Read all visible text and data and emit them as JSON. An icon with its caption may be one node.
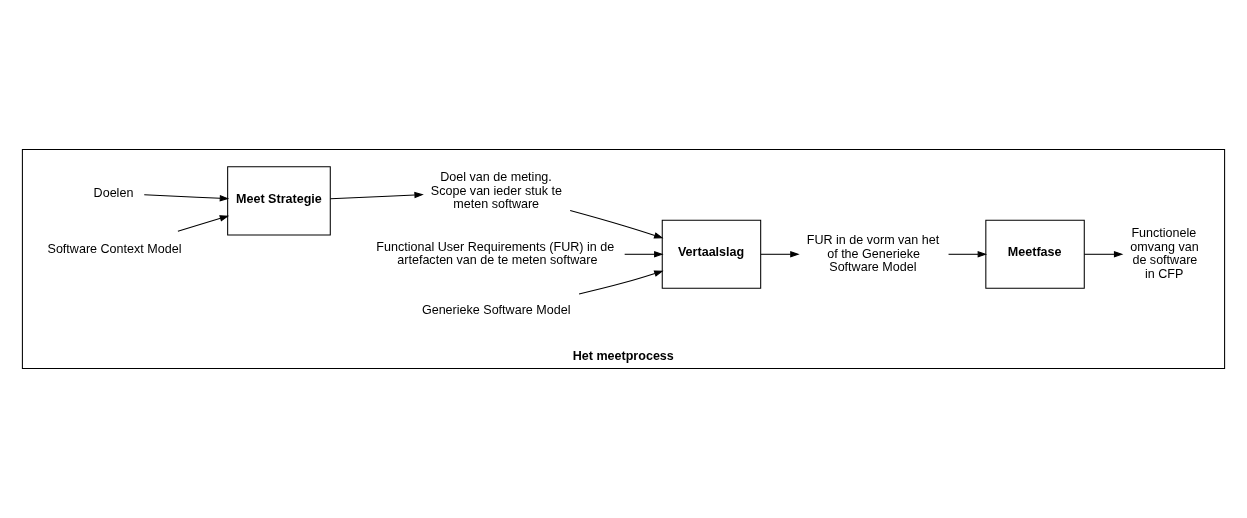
{
  "diagram": {
    "nodes": [
      {
        "text": [
          "Het meetprocess"
        ]
      },
      {
        "text": [
          "Doelen"
        ],
        "in": 0
      },
      {
        "text": [
          "Software Context Model"
        ],
        "in": 0
      },
      {
        "text": [
          "Meet Strategie"
        ],
        "in": 0
      },
      {
        "text": [
          "Doel van de meting. Scope van ieder stuk te meten software"
        ],
        "in": 0
      },
      {
        "text": [
          "Functional User Requirements (FUR) in de artefacten van de te meten software"
        ],
        "in": 0
      },
      {
        "text": [
          "Generieke Software Model"
        ],
        "in": 0
      },
      {
        "text": [
          "Vertaalslag"
        ],
        "in": 0
      },
      {
        "text": [
          "FUR in de vorm van het of the Generieke Software Model"
        ],
        "in": 0
      },
      {
        "text": [
          "Meetfase"
        ],
        "in": 0
      },
      {
        "text": [
          "Functionele omvang van de software in CFP"
        ],
        "in": 0
      }
    ],
    "edges": [
      {
        "from": 1,
        "to": 3,
        "arrow": "to"
      },
      {
        "from": 2,
        "to": 3,
        "arrow": "to"
      },
      {
        "from": 3,
        "to": 4,
        "arrow": "to"
      },
      {
        "from": 4,
        "to": 7,
        "arrow": "to"
      },
      {
        "from": 5,
        "to": 7,
        "arrow": "to"
      },
      {
        "from": 6,
        "to": 7,
        "arrow": "to"
      },
      {
        "from": 7,
        "to": 8,
        "arrow": "to"
      },
      {
        "from": 8,
        "to": 9,
        "arrow": "to"
      },
      {
        "from": 9,
        "to": 10,
        "arrow": "to"
      }
    ]
  }
}
